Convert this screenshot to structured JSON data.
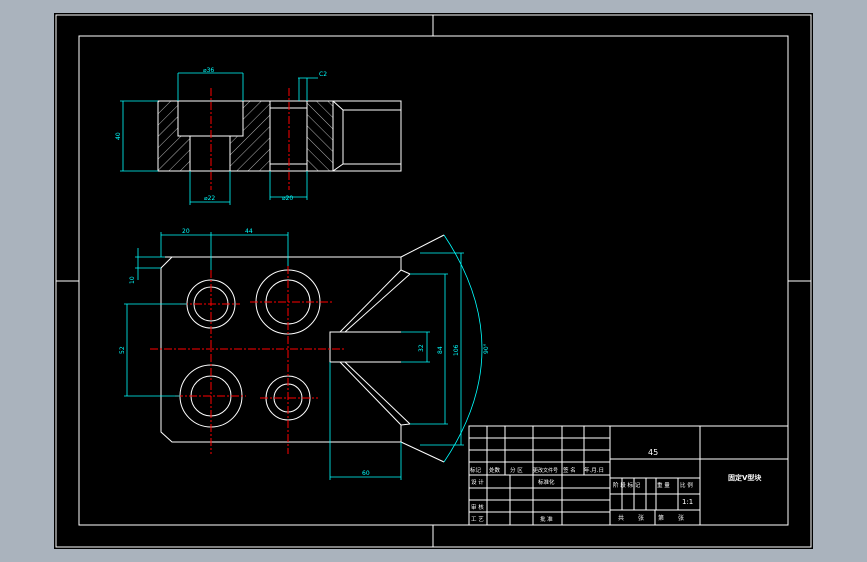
{
  "colors": {
    "background_outer": "#aab3bd",
    "sheet": "#000000",
    "frame": "#ffffff",
    "outline": "#ffffff",
    "dimension": "#00ffff",
    "centerline": "#ff0000",
    "hatch": "#ffffff"
  },
  "top_view": {
    "dim_top_left": "⌀36",
    "dim_top_right": "C2",
    "dim_left": "40",
    "dim_bottom_left": "⌀22",
    "dim_bottom_right": "⌀20"
  },
  "front_view": {
    "dim_20": "20",
    "dim_44": "44",
    "dim_10": "10",
    "dim_52": "52",
    "dim_32": "32",
    "dim_84": "84",
    "dim_106": "106",
    "dim_90deg": "90°",
    "dim_bottom": "60"
  },
  "title_block": {
    "material": "45",
    "part_name": "固定V型块",
    "scale": "1:1",
    "header_row": [
      "标记",
      "处数",
      "分 区",
      "更改文件号",
      "签 名",
      "年.月.日"
    ],
    "design_label": "设 计",
    "standard_label": "标准化",
    "review_label": "审 核",
    "process_label": "工 艺",
    "approve_label": "批 准",
    "stage_mark_label": "阶 段 标 记",
    "weight_label": "重 量",
    "scale_label": "比 例",
    "sheets_label": "共",
    "sheet_no_label": "张",
    "page_label": "第",
    "page_label2": "张"
  }
}
